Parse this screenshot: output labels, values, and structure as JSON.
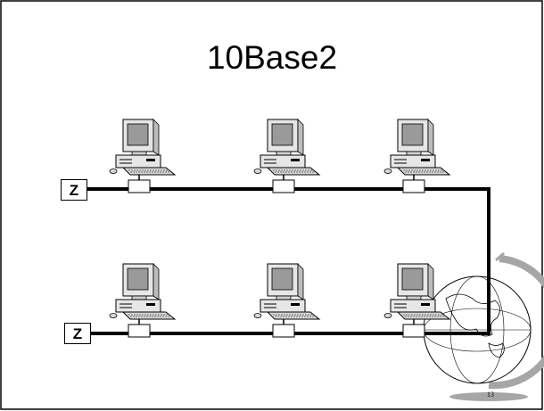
{
  "slide": {
    "title": "10Base2",
    "page_number": "13"
  },
  "network": {
    "top_terminator": "Z",
    "bottom_terminator": "Z",
    "workstations": [
      {
        "row": "top",
        "icon": "computer-icon"
      },
      {
        "row": "top",
        "icon": "computer-icon"
      },
      {
        "row": "top",
        "icon": "computer-icon"
      },
      {
        "row": "bottom",
        "icon": "computer-icon"
      },
      {
        "row": "bottom",
        "icon": "computer-icon"
      },
      {
        "row": "bottom",
        "icon": "computer-icon"
      }
    ],
    "decoration": "globe-icon"
  }
}
